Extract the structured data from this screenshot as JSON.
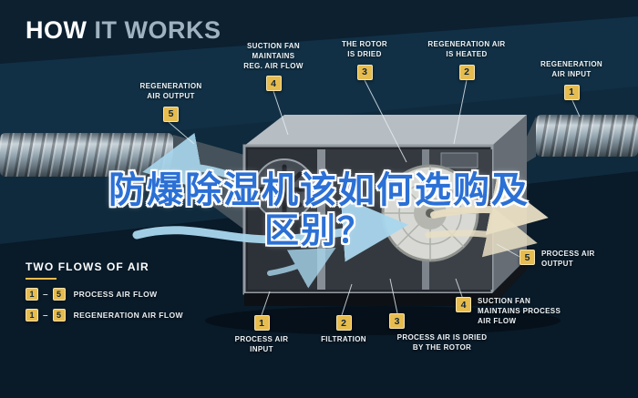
{
  "title": {
    "how": "HOW",
    "it_works": "IT WORKS"
  },
  "headline": {
    "line1": "防爆除湿机该如何选购及",
    "line2": "区别？"
  },
  "callouts": {
    "reg_air_output": {
      "num": "5",
      "label": "REGENERATION\nAIR OUTPUT"
    },
    "suction_fan_reg": {
      "num": "4",
      "label": "SUCTION FAN\nMAINTAINS\nREG. AIR FLOW"
    },
    "rotor_dried": {
      "num": "3",
      "label": "THE ROTOR\nIS DRIED"
    },
    "reg_air_heated": {
      "num": "2",
      "label": "REGENERATION AIR\nIS HEATED"
    },
    "reg_air_input": {
      "num": "1",
      "label": "REGENERATION\nAIR INPUT"
    },
    "process_air_output": {
      "num": "5",
      "label": "PROCESS AIR\nOUTPUT"
    },
    "suction_fan_process": {
      "num": "4",
      "label": "SUCTION FAN\nMAINTAINS PROCESS\nAIR FLOW"
    },
    "process_air_dried": {
      "num": "3",
      "label": "PROCESS AIR IS DRIED\nBY THE ROTOR"
    },
    "filtration": {
      "num": "2",
      "label": "FILTRATION"
    },
    "process_air_input": {
      "num": "1",
      "label": "PROCESS AIR\nINPUT"
    }
  },
  "legend": {
    "heading": "TWO FLOWS OF AIR",
    "rows": [
      {
        "from": "1",
        "dash": "–",
        "to": "5",
        "label": "PROCESS AIR FLOW"
      },
      {
        "from": "1",
        "dash": "–",
        "to": "5",
        "label": "REGENERATION AIR FLOW"
      }
    ]
  },
  "colors": {
    "background": "#0c2030",
    "badge": "#e7bc4e",
    "headline_blue": "#2b70d5",
    "flow_blue": "#a9d7ee",
    "flow_cream": "#e9dfc4"
  }
}
